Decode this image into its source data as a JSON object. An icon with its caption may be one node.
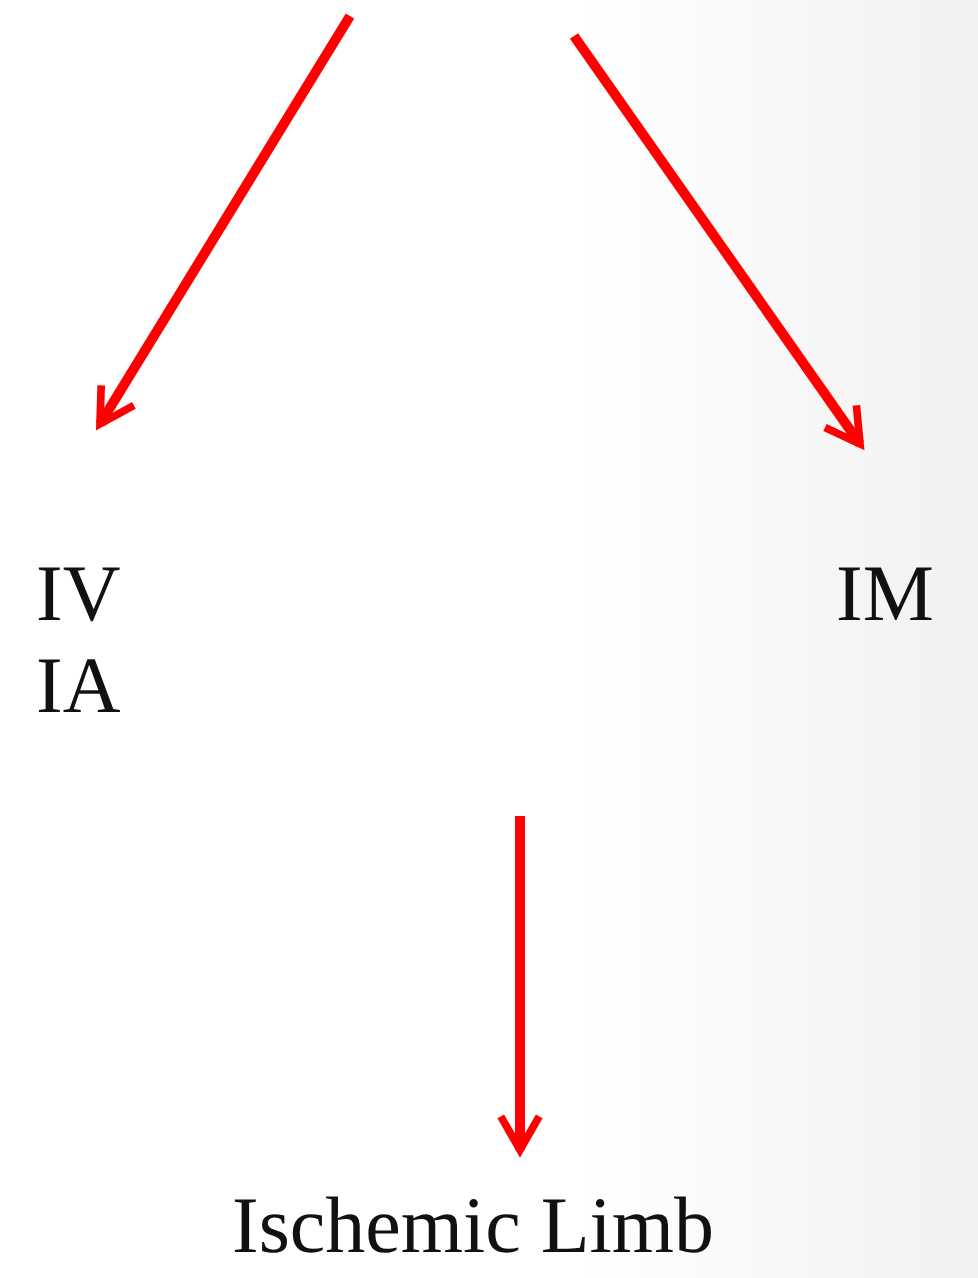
{
  "diagram": {
    "nodes": [
      {
        "text": [
          "IV IA"
        ]
      },
      {
        "text": [
          "IM"
        ]
      },
      {
        "text": [
          "Ischemic Limb"
        ]
      }
    ],
    "edges": [
      {
        "from": null,
        "to": 0,
        "arrow": "to"
      },
      {
        "from": null,
        "to": 1,
        "arrow": "to"
      },
      {
        "from": null,
        "to": 2,
        "arrow": "to"
      }
    ]
  }
}
